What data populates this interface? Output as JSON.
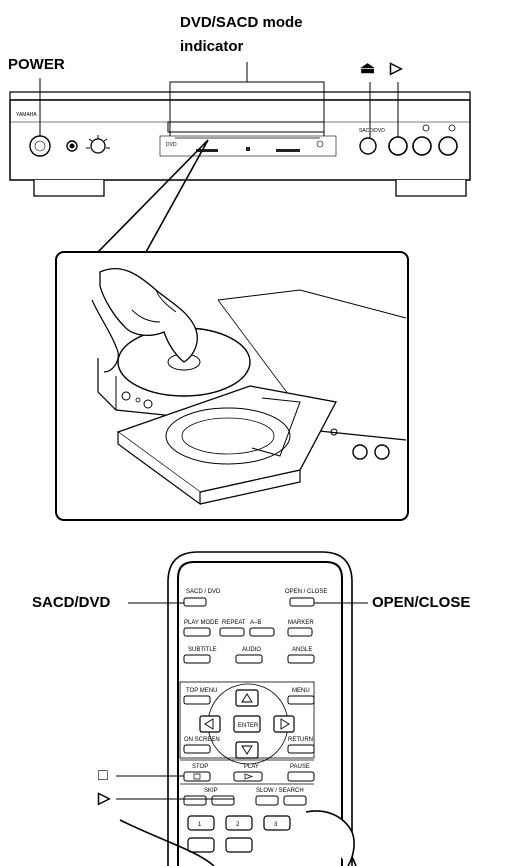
{
  "callouts": {
    "mode_indicator_line1": "DVD/SACD mode",
    "mode_indicator_line2": "indicator",
    "power": "POWER",
    "eject_symbol": "⏏",
    "play_symbol": "▷",
    "sacd_dvd": "SACD/DVD",
    "open_close": "OPEN/CLOSE",
    "stop_symbol": "□",
    "play_symbol_remote": "▷"
  },
  "player": {
    "brand": "YAMAHA",
    "power_label": "POWER"
  },
  "remote": {
    "sacd_dvd": "SACD / DVD",
    "open_close": "OPEN / CLOSE",
    "play_mode": "PLAY MODE",
    "repeat": "REPEAT",
    "a_b": "A–B",
    "marker": "MARKER",
    "subtitle": "SUBTITLE",
    "audio": "AUDIO",
    "angle": "ANGLE",
    "top_menu": "TOP MENU",
    "menu": "MENU",
    "enter": "ENTER",
    "on_screen": "ON SCREEN",
    "return": "RETURN",
    "stop": "STOP",
    "play": "PLAY",
    "pause": "PAUSE",
    "skip": "SKIP",
    "slow_search": "SLOW / SEARCH",
    "num1": "1",
    "num2": "2",
    "num3": "3"
  }
}
